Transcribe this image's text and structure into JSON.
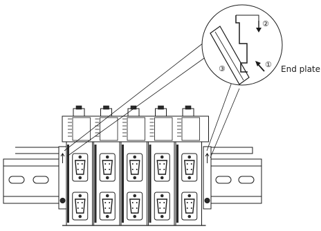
{
  "labels": {
    "end_plate": "End plate",
    "step1": "①",
    "step2": "②",
    "step3": "③"
  },
  "diagram": {
    "module_count": 5,
    "connectors_per_module": 2
  },
  "colors": {
    "line": "#1a1a1a",
    "fill": "#ffffff",
    "shade": "#2a2a2a"
  }
}
